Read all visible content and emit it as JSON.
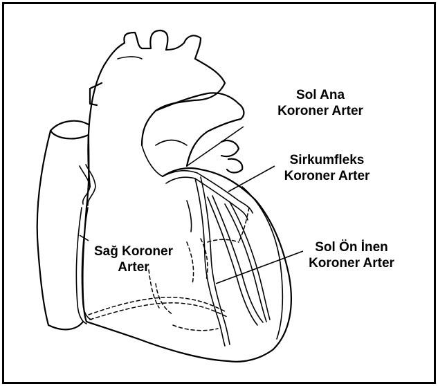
{
  "labels": {
    "left_main": {
      "line1": "Sol Ana",
      "line2": "Koroner Arter"
    },
    "circumflex": {
      "line1": "Sirkumfleks",
      "line2": "Koroner Arter"
    },
    "right_coronary": {
      "line1": "Sağ Koroner",
      "line2": "Arter"
    },
    "lad": {
      "line1": "Sol Ön İnen",
      "line2": "Koroner Arter"
    }
  },
  "colors": {
    "ink": "#000000",
    "background": "#ffffff"
  }
}
